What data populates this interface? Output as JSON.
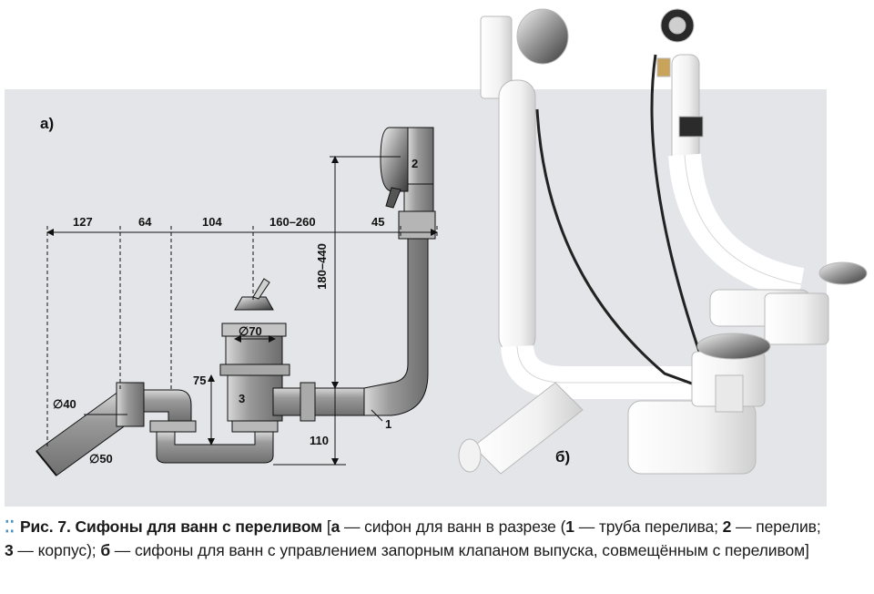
{
  "figure": {
    "label_a": "а)",
    "label_b": "б)",
    "dimensions": [
      "127",
      "64",
      "104",
      "160–260",
      "45",
      "180–440",
      "75",
      "110"
    ],
    "diameters": [
      "∅70",
      "∅40",
      "∅50"
    ],
    "part_numbers": [
      "1",
      "2",
      "3"
    ]
  },
  "caption": {
    "fig_number": "Рис. 7.",
    "fig_title": "Сифоны для ванн с переливом",
    "open_bracket": "[",
    "a_key": "а",
    "a_text": " — сифон для ванн в разрезе (",
    "k1": "1",
    "t1": " — труба перелива; ",
    "k2": "2",
    "t2": " — перелив; ",
    "k3": "3",
    "t3": " — корпус); ",
    "b_key": "б",
    "b_text": " — сифоны для ванн с управлением запорным клапаном выпуска, совмещённым с переливом]"
  }
}
